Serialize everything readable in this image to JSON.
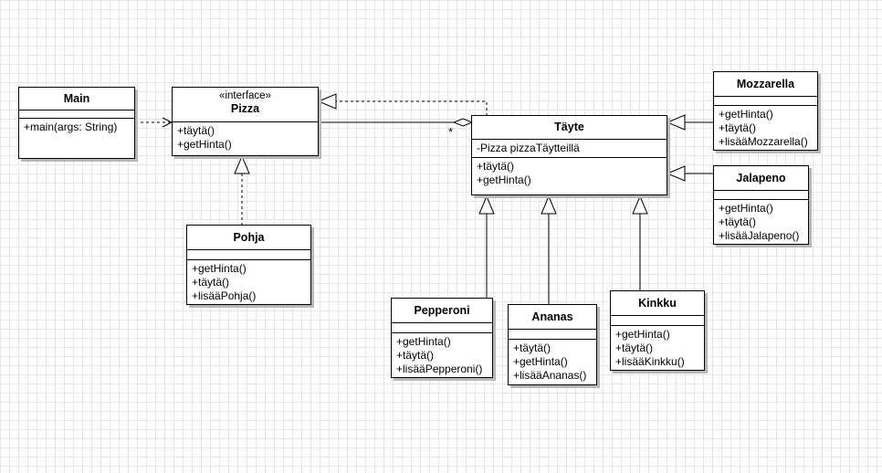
{
  "classes": {
    "main": {
      "name": "Main",
      "attributes": [],
      "methods": [
        "+main(args: String)"
      ]
    },
    "pizza": {
      "stereotype": "«interface»",
      "name": "Pizza",
      "methods": [
        "+täytä()",
        "+getHinta()"
      ]
    },
    "pohja": {
      "name": "Pohja",
      "attributes": [],
      "methods": [
        "+getHinta()",
        "+täytä()",
        "+lisääPohja()"
      ]
    },
    "tayte": {
      "name": "Täyte",
      "attributes": [
        "-Pizza pizzaTäytteillä"
      ],
      "methods": [
        "+täytä()",
        "+getHinta()"
      ]
    },
    "mozzarella": {
      "name": "Mozzarella",
      "attributes": [],
      "methods": [
        "+getHinta()",
        "+täytä()",
        "+lisääMozzarella()"
      ]
    },
    "jalapeno": {
      "name": "Jalapeno",
      "attributes": [],
      "methods": [
        "+getHinta()",
        "+täytä()",
        "+lisääJalapeno()"
      ]
    },
    "pepperoni": {
      "name": "Pepperoni",
      "attributes": [],
      "methods": [
        "+getHinta()",
        "+täytä()",
        "+lisääPepperoni()"
      ]
    },
    "ananas": {
      "name": "Ananas",
      "attributes": [],
      "methods": [
        "+täytä()",
        "+getHinta()",
        "+lisääAnanas()"
      ]
    },
    "kinkku": {
      "name": "Kinkku",
      "attributes": [],
      "methods": [
        "+getHinta()",
        "+täytä()",
        "+lisääKinkku()"
      ]
    }
  },
  "relations": {
    "aggregation_multiplicity": "*"
  }
}
